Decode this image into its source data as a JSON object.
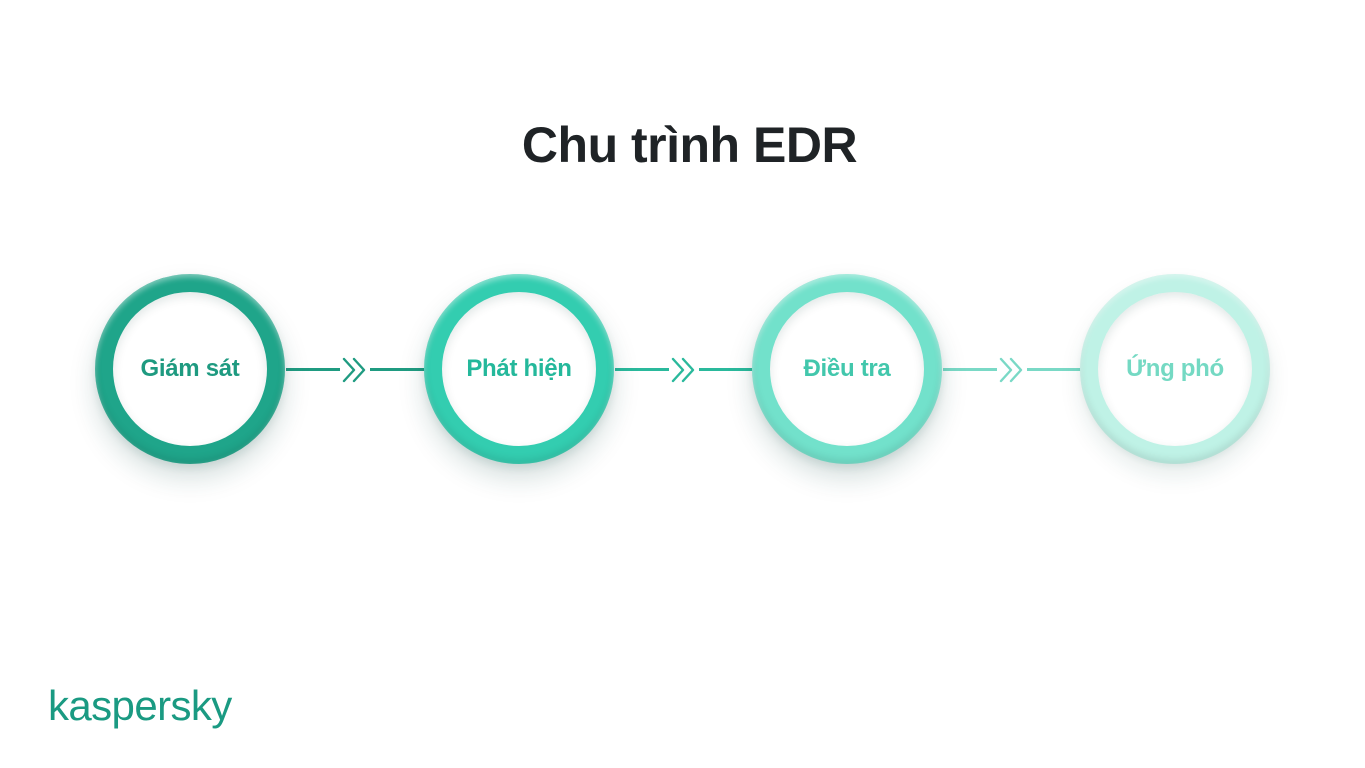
{
  "title": "Chu trình EDR",
  "steps": [
    {
      "label": "Giám sát",
      "color": "#1fa58a"
    },
    {
      "label": "Phát hiện",
      "color": "#33cdb0"
    },
    {
      "label": "Điều tra",
      "color": "#72e1cb"
    },
    {
      "label": "Ứng phó",
      "color": "#bff2e6"
    }
  ],
  "connectors": [
    {
      "icon": "double-chevron-right-icon",
      "color": "#1f9b81"
    },
    {
      "icon": "double-chevron-right-icon",
      "color": "#2ab99c"
    },
    {
      "icon": "double-chevron-right-icon",
      "color": "#7ad9c6"
    }
  ],
  "brand": {
    "logo_text": "kaspersky",
    "color": "#1a9a82"
  }
}
